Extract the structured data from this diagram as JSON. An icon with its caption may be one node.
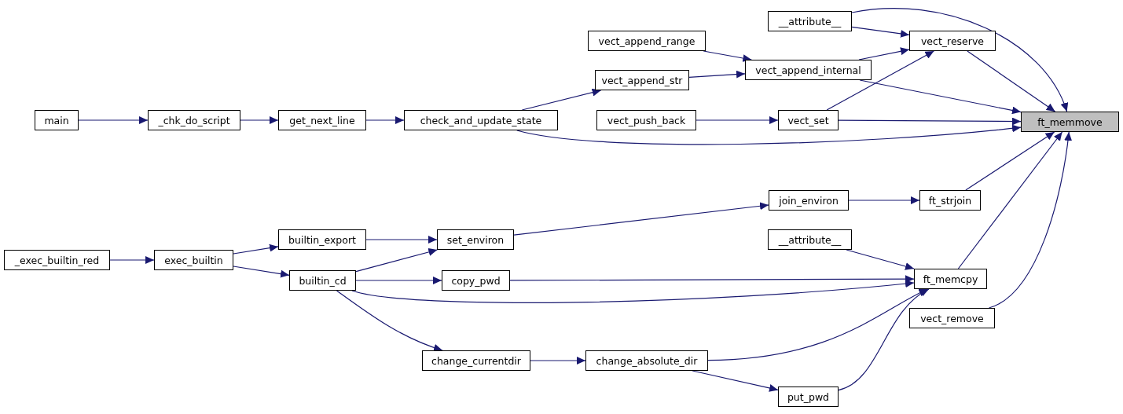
{
  "diagram": {
    "nodes": [
      {
        "text": [
          "ft_memmove"
        ]
      },
      {
        "text": [
          "__attribute__"
        ]
      },
      {
        "text": [
          "vect_reserve"
        ]
      },
      {
        "text": [
          "vect_append_range"
        ]
      },
      {
        "text": [
          "vect_append_internal"
        ]
      },
      {
        "text": [
          "vect_append_str"
        ]
      },
      {
        "text": [
          "main"
        ]
      },
      {
        "text": [
          "_chk_do_script"
        ]
      },
      {
        "text": [
          "get_next_line"
        ]
      },
      {
        "text": [
          "check_and_update_state"
        ]
      },
      {
        "text": [
          "vect_push_back"
        ]
      },
      {
        "text": [
          "vect_set"
        ]
      },
      {
        "text": [
          "join_environ"
        ]
      },
      {
        "text": [
          "ft_strjoin"
        ]
      },
      {
        "text": [
          "_exec_builtin_red"
        ]
      },
      {
        "text": [
          "exec_builtin"
        ]
      },
      {
        "text": [
          "builtin_export"
        ]
      },
      {
        "text": [
          "set_environ"
        ]
      },
      {
        "text": [
          "__attribute__"
        ]
      },
      {
        "text": [
          "builtin_cd"
        ]
      },
      {
        "text": [
          "copy_pwd"
        ]
      },
      {
        "text": [
          "ft_memcpy"
        ]
      },
      {
        "text": [
          "vect_remove"
        ]
      },
      {
        "text": [
          "change_currentdir"
        ]
      },
      {
        "text": [
          "change_absolute_dir"
        ]
      },
      {
        "text": [
          "put_pwd"
        ]
      }
    ],
    "edges": [
      {
        "from": 1,
        "to": 0,
        "arrow": "to"
      },
      {
        "from": 1,
        "to": 2,
        "arrow": "to"
      },
      {
        "from": 4,
        "to": 2,
        "arrow": "to"
      },
      {
        "from": 11,
        "to": 2,
        "arrow": "to"
      },
      {
        "from": 2,
        "to": 0,
        "arrow": "to"
      },
      {
        "from": 3,
        "to": 4,
        "arrow": "to"
      },
      {
        "from": 5,
        "to": 4,
        "arrow": "to"
      },
      {
        "from": 4,
        "to": 0,
        "arrow": "to"
      },
      {
        "from": 9,
        "to": 5,
        "arrow": "to"
      },
      {
        "from": 10,
        "to": 11,
        "arrow": "to"
      },
      {
        "from": 11,
        "to": 0,
        "arrow": "to"
      },
      {
        "from": 9,
        "to": 0,
        "arrow": "to"
      },
      {
        "from": 6,
        "to": 7,
        "arrow": "to"
      },
      {
        "from": 7,
        "to": 8,
        "arrow": "to"
      },
      {
        "from": 8,
        "to": 9,
        "arrow": "to"
      },
      {
        "from": 13,
        "to": 0,
        "arrow": "to"
      },
      {
        "from": 21,
        "to": 0,
        "arrow": "to"
      },
      {
        "from": 22,
        "to": 0,
        "arrow": "to"
      },
      {
        "from": 12,
        "to": 13,
        "arrow": "to"
      },
      {
        "from": 17,
        "to": 12,
        "arrow": "to"
      },
      {
        "from": 16,
        "to": 17,
        "arrow": "to"
      },
      {
        "from": 15,
        "to": 16,
        "arrow": "to"
      },
      {
        "from": 15,
        "to": 19,
        "arrow": "to"
      },
      {
        "from": 14,
        "to": 15,
        "arrow": "to"
      },
      {
        "from": 19,
        "to": 17,
        "arrow": "to"
      },
      {
        "from": 18,
        "to": 21,
        "arrow": "to"
      },
      {
        "from": 20,
        "to": 21,
        "arrow": "to"
      },
      {
        "from": 19,
        "to": 20,
        "arrow": "to"
      },
      {
        "from": 19,
        "to": 21,
        "arrow": "to"
      },
      {
        "from": 19,
        "to": 23,
        "arrow": "to"
      },
      {
        "from": 23,
        "to": 24,
        "arrow": "to"
      },
      {
        "from": 24,
        "to": 21,
        "arrow": "to"
      },
      {
        "from": 24,
        "to": 25,
        "arrow": "to"
      },
      {
        "from": 25,
        "to": 21,
        "arrow": "to"
      }
    ]
  }
}
